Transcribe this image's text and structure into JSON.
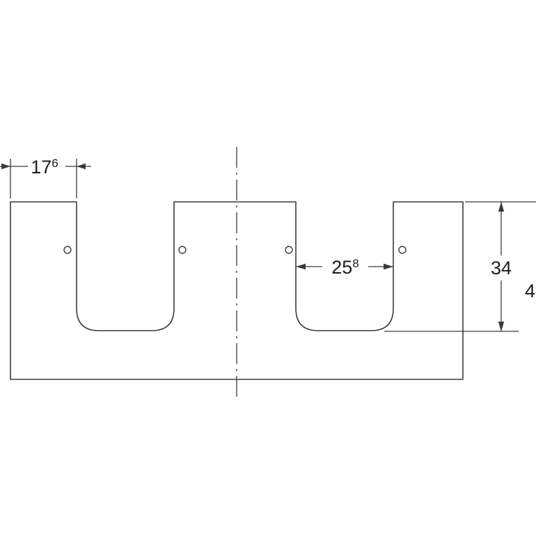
{
  "meta": {
    "background_color": "#ffffff",
    "line_color": "#3a3a39",
    "text_color": "#1d1d1b"
  },
  "dimensions": {
    "tab_width": {
      "value": "17",
      "sup": "6"
    },
    "cutout_width": {
      "value": "25",
      "sup": "8"
    },
    "cutout_depth": {
      "value": "34"
    },
    "overall_partial": {
      "value": "4"
    }
  }
}
